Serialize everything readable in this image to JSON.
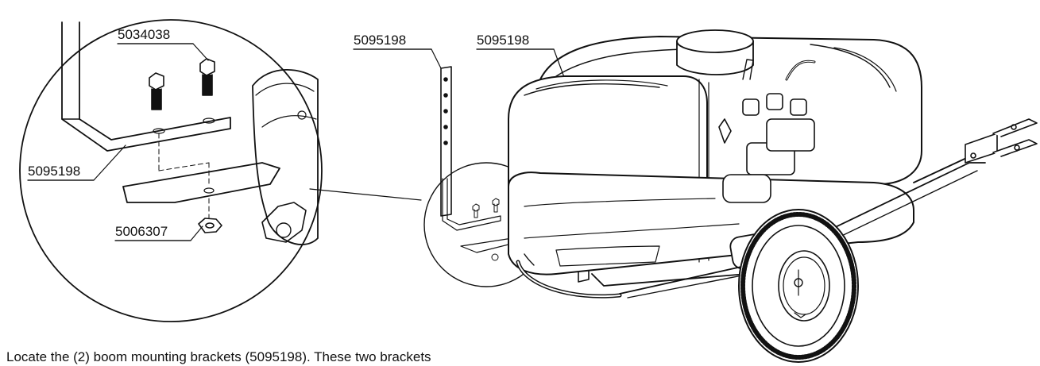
{
  "labels": {
    "bolt_part": "5034038",
    "bracket_part_detail": "5095198",
    "nut_part": "5006307",
    "bracket_part_left": "5095198",
    "bracket_part_right": "5095198"
  },
  "caption": "Locate the (2) boom mounting brackets (5095198). These two brackets"
}
